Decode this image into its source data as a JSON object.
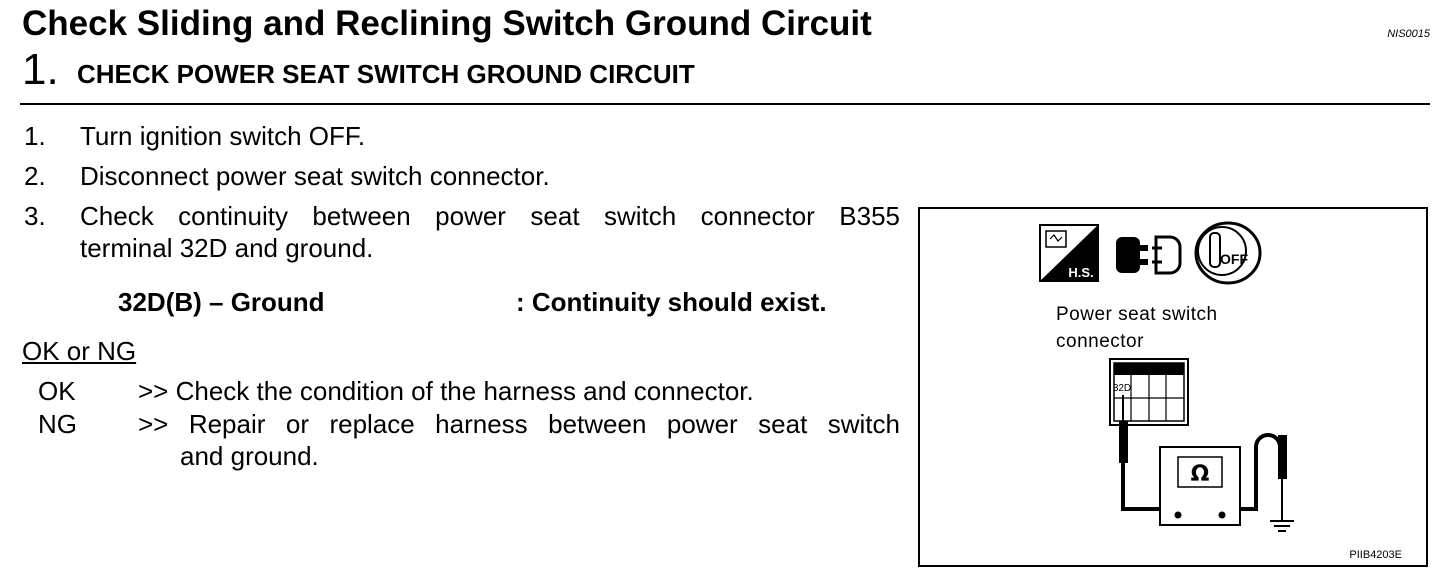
{
  "header": {
    "title": "Check Sliding and Reclining Switch Ground Circuit",
    "code": "NIS0015"
  },
  "step": {
    "number": "1.",
    "title": "CHECK POWER SEAT SWITCH GROUND CIRCUIT"
  },
  "instructions": [
    {
      "num": "1.",
      "text": "Turn ignition switch OFF."
    },
    {
      "num": "2.",
      "text": "Disconnect power seat switch connector."
    },
    {
      "num": "3.",
      "line1": "Check continuity between power seat switch connector B355",
      "line2": "terminal 32D and ground."
    }
  ],
  "spec": {
    "left": "32D(B) – Ground",
    "right": ": Continuity should exist."
  },
  "ok_ng": {
    "heading": "OK or NG",
    "ok_label": "OK",
    "ok_text": ">> Check the condition of the harness and connector.",
    "ng_label": "NG",
    "ng_text1": ">> Repair or replace harness between power seat switch",
    "ng_text2": "and ground."
  },
  "figure": {
    "hs_badge": "H.S.",
    "ignition_text": "OFF",
    "label1": "Power seat switch",
    "label2": "connector",
    "terminal": "32D",
    "meter_symbol": "Ω",
    "code": "PIIB4203E",
    "icons": [
      "harness-tool-icon",
      "connector-disconnect-icon",
      "ignition-key-off-icon",
      "ohmmeter-icon",
      "ground-symbol-icon"
    ]
  }
}
